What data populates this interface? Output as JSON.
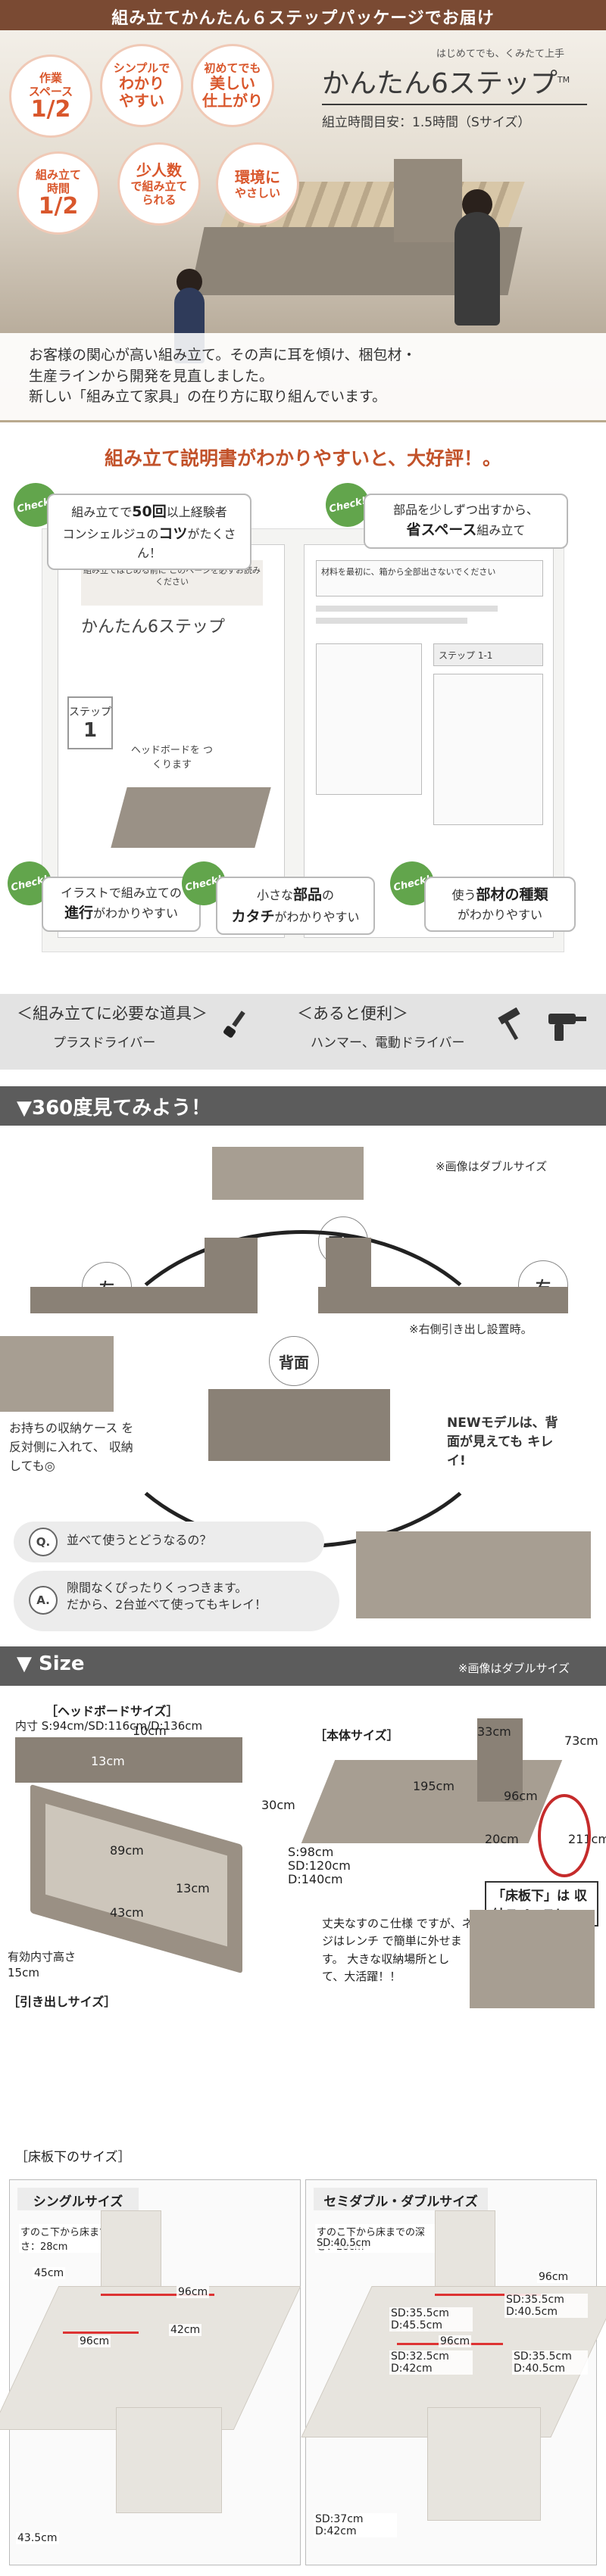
{
  "hero": {
    "title": "組み立てかんたん６ステップパッケージでお届け",
    "badges": [
      {
        "l1": "作業",
        "l2": "スペース",
        "frac": "1/2"
      },
      {
        "l1": "シンプルで",
        "l2": "わかり",
        "l3": "やすい"
      },
      {
        "l1": "初めてでも",
        "l2": "美しい",
        "l3": "仕上がり"
      },
      {
        "l1": "組み立て",
        "l2": "時間",
        "frac": "1/2"
      },
      {
        "l1": "少人数",
        "l2": "で組み立て",
        "l3": "られる"
      },
      {
        "l1": "環境に",
        "l2": "やさしい"
      }
    ],
    "brand_sub": "はじめてでも、くみたて上手",
    "brand_name": "かんたん6ステップ",
    "brand_tm": "TM",
    "brand_time": "組立時間目安：1.5時間（Sサイズ）",
    "text_lines": [
      "お客様の関心が高い組み立て。その声に耳を傾け、梱包材・",
      "生産ラインから開発を見直しました。",
      "新しい「組み立て家具」の在り方に取り組んでいます。"
    ]
  },
  "manual": {
    "heading": "組み立て説明書がわかりやすいと、大好評！。",
    "check_label": "Check!",
    "bubbles": [
      {
        "pre": "組み立てで",
        "bold": "50回",
        "post": "以上経験者",
        "line2_pre": "コンシェルジュの",
        "line2_bold": "コツ",
        "line2_post": "がたくさん！"
      },
      {
        "pre": "部品を少しずつ出すから、",
        "bold": "省スペース",
        "post": "組み立て"
      },
      {
        "pre": "イラストで組み立ての",
        "bold": "進行",
        "post": "がわかりやすい"
      },
      {
        "pre": "小さな",
        "bold": "部品",
        "post": "の",
        "line2_bold": "カタチ",
        "line2_post": "がわかりやすい"
      },
      {
        "pre": "使う",
        "bold": "部材の種類",
        "post": "",
        "line2_post": "がわかりやすい"
      }
    ],
    "mini_banner": "組み立てはじめる前に このページを必ずお読みください",
    "mini_brand": "かんたん6ステップ",
    "step_label": "ステップ",
    "step_num": "1",
    "illus_tag": "ヘッドボードを つくります",
    "r_step": "ステップ 1-1",
    "r_note": "材料を最初に、箱から全部出さないでください",
    "tools": {
      "need_heading": "＜組み立てに必要な道具＞",
      "need_item": "プラスドライバー",
      "handy_heading": "＜あると便利＞",
      "handy_item": "ハンマー、電動ドライバー"
    }
  },
  "spin": {
    "heading": "▼360度見てみよう！",
    "double_note": "※画像はダブルサイズ",
    "front": "正面",
    "left": "左",
    "right": "右",
    "back": "背面",
    "right_note": "※右側引き出し設置時。",
    "new_model": "NEWモデルは、背面が見えても キレイ!",
    "storage_note": "お持ちの収納ケース を反対側に入れて、 収納しても◎",
    "q_mark": "Q.",
    "q_text": "並べて使うとどうなるの？",
    "a_mark": "A.",
    "a_text_1": "隙間なくぴったりくっつきます。",
    "a_text_2": "だから、2台並べて使ってもキレイ！"
  },
  "size": {
    "heading": "▼ Size",
    "note": "※画像はダブルサイズ",
    "headboard_title": "［ヘッドボードサイズ］",
    "headboard_inner": "内寸 S:94cm/SD:116cm/D:136cm",
    "hb_10": "10cm",
    "hb_13": "13cm",
    "body_title": "［本体サイズ］",
    "d33": "33cm",
    "d73": "73cm",
    "d195": "195cm",
    "d96": "96cm",
    "d30": "30cm",
    "d20": "20cm",
    "d211": "211cm",
    "width_s": "S:98cm",
    "width_sd": "SD:120cm",
    "width_d": "D:140cm",
    "under_label": "「床板下」は 収納スペースに",
    "drawer_89": "89cm",
    "drawer_13": "13cm",
    "drawer_43": "43cm",
    "drawer_depth": "有効内寸高さ 15cm",
    "drawer_title": "［引き出しサイズ］",
    "sturdy_note": "丈夫なすのこ仕様 ですが、ネジはレンチ で簡単に外せます。 大きな収納場所とし て、大活躍！！"
  },
  "floor": {
    "heading": "［床板下のサイズ］",
    "single_tag": "シングルサイズ",
    "double_tag": "セミダブル・ダブルサイズ",
    "single_depth": "すのこ下から床までの深さ：28cm",
    "double_depth": "すのこ下から床までの深さ：28cm",
    "s_96a": "96cm",
    "s_45": "45cm",
    "s_42": "42cm",
    "s_96b": "96cm",
    "s_435": "43.5cm",
    "d_96a": "96cm",
    "d_355": "SD:35.5cm D:40.5cm",
    "d_355b": "SD:35.5cm D:45.5cm",
    "d_96b": "96cm",
    "d_325": "SD:32.5cm D:42cm",
    "d_355c": "SD:35.5cm D:40.5cm",
    "d_37": "SD:37cm D:42cm",
    "d_depth2": "SD:40.5cm"
  },
  "colors": {
    "accent": "#d9572c",
    "brown_bar": "#7a4a33",
    "check_green": "#62a54c",
    "section_bar": "#5c5c5c",
    "red": "#c52b2b"
  }
}
